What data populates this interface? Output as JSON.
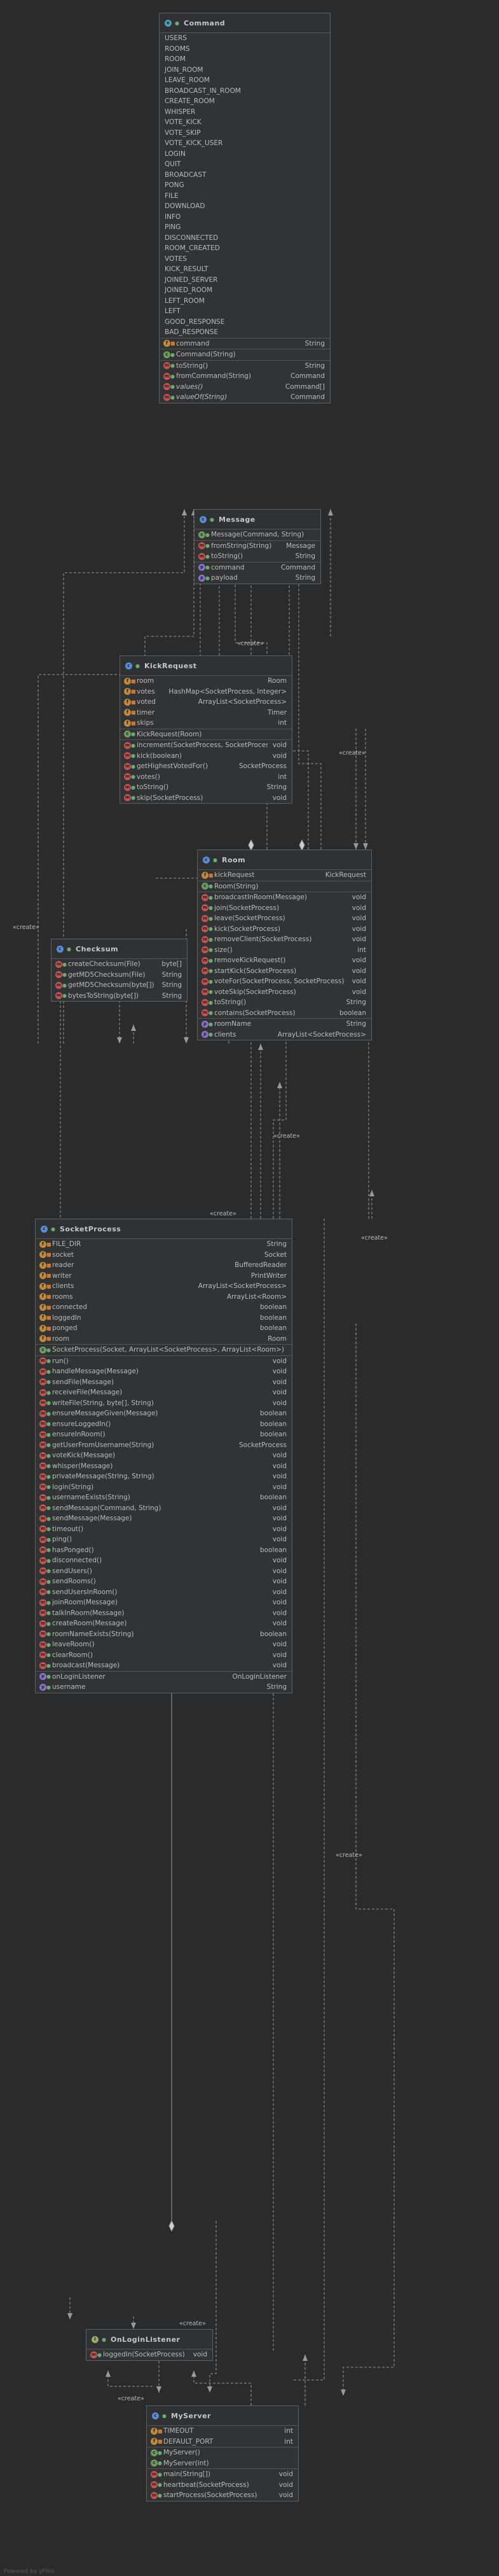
{
  "footer": "Powered by yFiles",
  "relation_label": "«create»",
  "classes": {
    "command": {
      "name": "Command",
      "constants": [
        "USERS",
        "ROOMS",
        "ROOM",
        "JOIN_ROOM",
        "LEAVE_ROOM",
        "BROADCAST_IN_ROOM",
        "CREATE_ROOM",
        "WHISPER",
        "VOTE_KICK",
        "VOTE_SKIP",
        "VOTE_KICK_USER",
        "LOGIN",
        "QUIT",
        "BROADCAST",
        "PONG",
        "FILE",
        "DOWNLOAD",
        "INFO",
        "PING",
        "DISCONNECTED",
        "ROOM_CREATED",
        "VOTES",
        "KICK_RESULT",
        "JOINED_SERVER",
        "JOINED_ROOM",
        "LEFT_ROOM",
        "LEFT",
        "GOOD_RESPONSE",
        "BAD_RESPONSE"
      ],
      "fields": [
        {
          "name": "command",
          "type": "String"
        }
      ],
      "constructors": [
        {
          "name": "Command(String)",
          "type": ""
        }
      ],
      "methods": [
        {
          "name": "toString()",
          "type": "String"
        },
        {
          "name": "fromCommand(String)",
          "type": "Command"
        },
        {
          "name": "values()",
          "type": "Command[]"
        },
        {
          "name": "valueOf(String)",
          "type": "Command"
        }
      ]
    },
    "message": {
      "name": "Message",
      "constructors": [
        {
          "name": "Message(Command, String)",
          "type": ""
        }
      ],
      "methods": [
        {
          "name": "fromString(String)",
          "type": "Message"
        },
        {
          "name": "toString()",
          "type": "String"
        }
      ],
      "properties": [
        {
          "name": "command",
          "type": "Command"
        },
        {
          "name": "payload",
          "type": "String"
        }
      ]
    },
    "kickrequest": {
      "name": "KickRequest",
      "fields": [
        {
          "name": "room",
          "type": "Room"
        },
        {
          "name": "votes",
          "type": "HashMap<SocketProcess, Integer>"
        },
        {
          "name": "voted",
          "type": "ArrayList<SocketProcess>"
        },
        {
          "name": "timer",
          "type": "Timer"
        },
        {
          "name": "skips",
          "type": "int"
        }
      ],
      "constructors": [
        {
          "name": "KickRequest(Room)",
          "type": ""
        }
      ],
      "methods": [
        {
          "name": "increment(SocketProcess, SocketProcess)",
          "type": "void"
        },
        {
          "name": "kick(boolean)",
          "type": "void"
        },
        {
          "name": "getHighestVotedFor()",
          "type": "SocketProcess"
        },
        {
          "name": "votes()",
          "type": "int"
        },
        {
          "name": "toString()",
          "type": "String"
        },
        {
          "name": "skip(SocketProcess)",
          "type": "void"
        }
      ]
    },
    "room": {
      "name": "Room",
      "fields": [
        {
          "name": "kickRequest",
          "type": "KickRequest"
        }
      ],
      "constructors": [
        {
          "name": "Room(String)",
          "type": ""
        }
      ],
      "methods": [
        {
          "name": "broadcastInRoom(Message)",
          "type": "void"
        },
        {
          "name": "join(SocketProcess)",
          "type": "void"
        },
        {
          "name": "leave(SocketProcess)",
          "type": "void"
        },
        {
          "name": "kick(SocketProcess)",
          "type": "void"
        },
        {
          "name": "removeClient(SocketProcess)",
          "type": "void"
        },
        {
          "name": "size()",
          "type": "int"
        },
        {
          "name": "removeKickRequest()",
          "type": "void"
        },
        {
          "name": "startKick(SocketProcess)",
          "type": "void"
        },
        {
          "name": "voteFor(SocketProcess, SocketProcess)",
          "type": "void"
        },
        {
          "name": "voteSkip(SocketProcess)",
          "type": "void"
        },
        {
          "name": "toString()",
          "type": "String"
        },
        {
          "name": "contains(SocketProcess)",
          "type": "boolean"
        }
      ],
      "properties": [
        {
          "name": "roomName",
          "type": "String"
        },
        {
          "name": "clients",
          "type": "ArrayList<SocketProcess>"
        }
      ]
    },
    "checksum": {
      "name": "Checksum",
      "methods": [
        {
          "name": "createChecksum(File)",
          "type": "byte[]"
        },
        {
          "name": "getMD5Checksum(File)",
          "type": "String"
        },
        {
          "name": "getMD5Checksum(byte[])",
          "type": "String"
        },
        {
          "name": "bytesToString(byte[])",
          "type": "String"
        }
      ]
    },
    "socketprocess": {
      "name": "SocketProcess",
      "fields": [
        {
          "name": "FILE_DIR",
          "type": "String"
        },
        {
          "name": "socket",
          "type": "Socket"
        },
        {
          "name": "reader",
          "type": "BufferedReader"
        },
        {
          "name": "writer",
          "type": "PrintWriter"
        },
        {
          "name": "clients",
          "type": "ArrayList<SocketProcess>"
        },
        {
          "name": "rooms",
          "type": "ArrayList<Room>"
        },
        {
          "name": "connected",
          "type": "boolean"
        },
        {
          "name": "loggedIn",
          "type": "boolean"
        },
        {
          "name": "ponged",
          "type": "boolean"
        },
        {
          "name": "room",
          "type": "Room"
        }
      ],
      "constructors": [
        {
          "name": "SocketProcess(Socket, ArrayList<SocketProcess>, ArrayList<Room>)",
          "type": ""
        }
      ],
      "methods": [
        {
          "name": "run()",
          "type": "void"
        },
        {
          "name": "handleMessage(Message)",
          "type": "void"
        },
        {
          "name": "sendFile(Message)",
          "type": "void"
        },
        {
          "name": "receiveFile(Message)",
          "type": "void"
        },
        {
          "name": "writeFile(String, byte[], String)",
          "type": "void"
        },
        {
          "name": "ensureMessageGiven(Message)",
          "type": "boolean"
        },
        {
          "name": "ensureLoggedIn()",
          "type": "boolean"
        },
        {
          "name": "ensureInRoom()",
          "type": "boolean"
        },
        {
          "name": "getUserFromUsername(String)",
          "type": "SocketProcess"
        },
        {
          "name": "voteKick(Message)",
          "type": "void"
        },
        {
          "name": "whisper(Message)",
          "type": "void"
        },
        {
          "name": "privateMessage(String, String)",
          "type": "void"
        },
        {
          "name": "login(String)",
          "type": "void"
        },
        {
          "name": "usernameExists(String)",
          "type": "boolean"
        },
        {
          "name": "sendMessage(Command, String)",
          "type": "void"
        },
        {
          "name": "sendMessage(Message)",
          "type": "void"
        },
        {
          "name": "timeout()",
          "type": "void"
        },
        {
          "name": "ping()",
          "type": "void"
        },
        {
          "name": "hasPonged()",
          "type": "boolean"
        },
        {
          "name": "disconnected()",
          "type": "void"
        },
        {
          "name": "sendUsers()",
          "type": "void"
        },
        {
          "name": "sendRooms()",
          "type": "void"
        },
        {
          "name": "sendUsersInRoom()",
          "type": "void"
        },
        {
          "name": "joinRoom(Message)",
          "type": "void"
        },
        {
          "name": "talkInRoom(Message)",
          "type": "void"
        },
        {
          "name": "createRoom(Message)",
          "type": "void"
        },
        {
          "name": "roomNameExists(String)",
          "type": "boolean"
        },
        {
          "name": "leaveRoom()",
          "type": "void"
        },
        {
          "name": "clearRoom()",
          "type": "void"
        },
        {
          "name": "broadcast(Message)",
          "type": "void"
        }
      ],
      "properties": [
        {
          "name": "onLoginListener",
          "type": "OnLoginListener"
        },
        {
          "name": "username",
          "type": "String"
        }
      ]
    },
    "onloginlistener": {
      "name": "OnLoginListener",
      "methods": [
        {
          "name": "loggedIn(SocketProcess)",
          "type": "void"
        }
      ]
    },
    "myserver": {
      "name": "MyServer",
      "fields": [
        {
          "name": "TIMEOUT",
          "type": "int"
        },
        {
          "name": "DEFAULT_PORT",
          "type": "int"
        }
      ],
      "constructors": [
        {
          "name": "MyServer()",
          "type": ""
        },
        {
          "name": "MyServer(int)",
          "type": ""
        }
      ],
      "methods": [
        {
          "name": "main(String[])",
          "type": "void"
        },
        {
          "name": "heartbeat(SocketProcess)",
          "type": "void"
        },
        {
          "name": "startProcess(SocketProcess)",
          "type": "void"
        }
      ]
    }
  }
}
